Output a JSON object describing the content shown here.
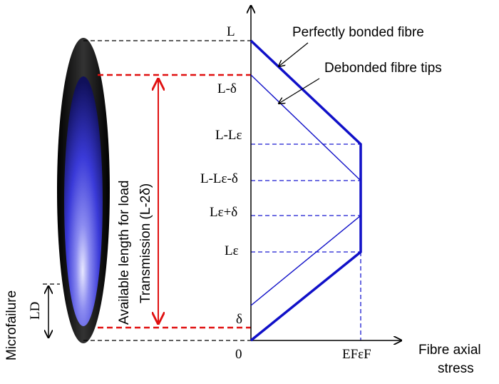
{
  "callouts": {
    "bonded": "Perfectly bonded fibre",
    "debonded": "Debonded fibre tips"
  },
  "axes": {
    "x_label_line1": "Fibre axial",
    "x_label_line2": "stress",
    "origin": "0",
    "x_tick": "EFεF"
  },
  "y_ticks": {
    "L": "L",
    "L_minus_delta": "L-δ",
    "L_minus_Le": "L-Lε",
    "L_minus_Le_minus_delta": "L-Lε-δ",
    "Le_plus_delta": "Lε+δ",
    "Le": "Lε",
    "delta": "δ"
  },
  "annotations": {
    "available_line1": "Available length for load",
    "available_line2": "Transmission (L-2δ)",
    "microfailure": "Microfailure",
    "LD": "LD"
  },
  "colors": {
    "profile_blue": "#1010c8",
    "red": "#e01010",
    "dashed_blue": "#1a1ad0"
  }
}
